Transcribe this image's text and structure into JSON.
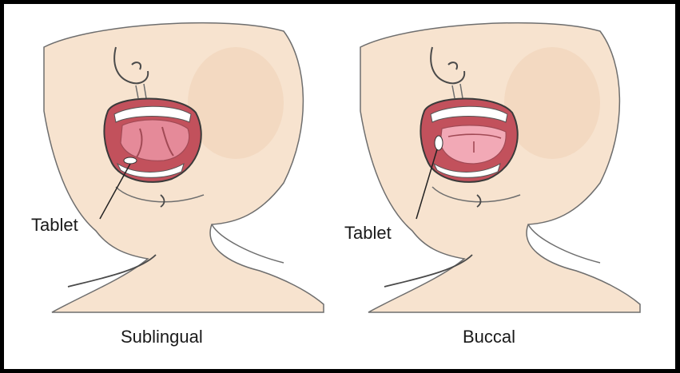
{
  "panels": [
    {
      "id": "sublingual",
      "tablet_label": "Tablet",
      "caption": "Sublingual"
    },
    {
      "id": "buccal",
      "tablet_label": "Tablet",
      "caption": "Buccal"
    }
  ],
  "colors": {
    "skin": "#f7e3cf",
    "skin_shadow": "#f0d2b8",
    "outline": "#4a4a4a",
    "mouth_interior": "#c2515c",
    "tongue": "#e58a99",
    "tongue_light": "#f2a9b6",
    "teeth": "#ffffff",
    "border": "#000000"
  }
}
